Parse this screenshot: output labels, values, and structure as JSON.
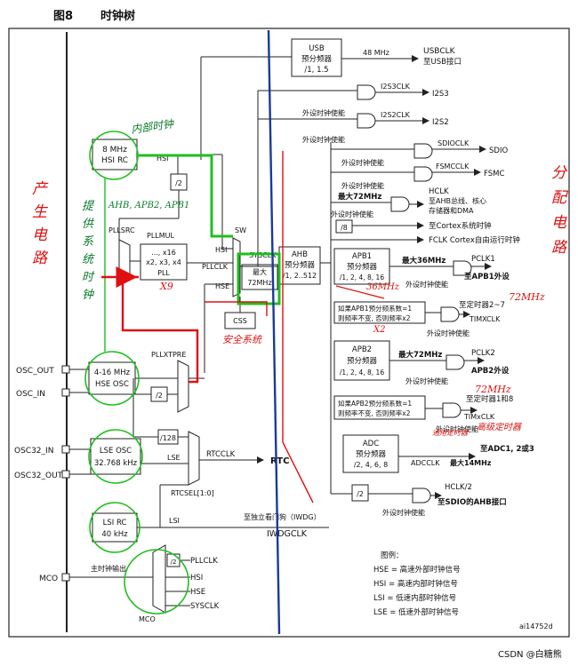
{
  "figure": {
    "number": "图8",
    "title": "时钟树",
    "code": "ai14752d",
    "watermark": "CSDN @白糖熊"
  },
  "blocks": {
    "usb": {
      "title": "USB",
      "l2": "预分频器",
      "l3": "/1, 1.5"
    },
    "hsi_rc": {
      "l1": "8 MHz",
      "l2": "HSI RC"
    },
    "pll": {
      "l1": "..., x16",
      "l2": "x2, x3, x4",
      "l3": "PLL"
    },
    "ahb": {
      "l1": "AHB",
      "l2": "预分频器",
      "l3": "/1, 2..512"
    },
    "apb1": {
      "l1": "APB1",
      "l2": "预分频器",
      "l3": "/1, 2, 4, 8, 16"
    },
    "apb2": {
      "l1": "APB2",
      "l2": "预分频器",
      "l3": "/1, 2, 4, 8, 16"
    },
    "adc": {
      "l1": "ADC",
      "l2": "预分频器",
      "l3": "/2, 4, 6, 8"
    },
    "hse_osc": {
      "l1": "4-16 MHz",
      "l2": "HSE OSC"
    },
    "lse_osc": {
      "l1": "LSE OSC",
      "l2": "32.768 kHz"
    },
    "lsi_rc": {
      "l1": "LSI RC",
      "l2": "40 kHz"
    },
    "css": "CSS",
    "max72": {
      "l1": "最大",
      "l2": "72MHz"
    },
    "div2_hsi": "/2",
    "div2_hse": "/2",
    "div128": "/128",
    "div8": "/8",
    "div2_sdio": "/2",
    "tim1_note": {
      "l1": "如果APB1预分频系数=1",
      "l2": "则频率不变, 否则频率x2"
    },
    "tim2_note": {
      "l1": "如果APB2预分频系数=1",
      "l2": "则频率不变, 否则频率x2"
    }
  },
  "labels": {
    "usbclk_freq": "48 MHz",
    "usbclk": "USBCLK",
    "usbclk_dest": "至USB接口",
    "i2s3clk": "I2S3CLK",
    "i2s3": "I2S3",
    "i2s2clk": "I2S2CLK",
    "i2s2": "I2S2",
    "periph_en": "外设时钟使能",
    "sdioclk": "SDIOCLK",
    "sdio": "SDIO",
    "fsmcclk": "FSMCCLK",
    "fsmc": "FSMC",
    "hclk_max": "最大72MHz",
    "hclk": "HCLK",
    "hclk_dest1": "至AHB总线、核心",
    "hclk_dest2": "存储器和DMA",
    "cortex_sys": "至Cortex系统时钟",
    "fclk": "FCLK Cortex自由运行时钟",
    "hsi": "HSI",
    "pllsrc": "PLLSRC",
    "pllmul": "PLLMUL",
    "sw": "SW",
    "sysclk": "SYSCLK",
    "hsi_mux": "HSI",
    "pllclk": "PLLCLK",
    "hse_mux": "HSE",
    "pclk1_max": "最大36MHz",
    "pclk1": "PCLK1",
    "pclk1_dest": "至APB1外设",
    "tim_dest": "至定时器2~7",
    "timxclk": "TIMXCLK",
    "pllxtpre": "PLLXTPRE",
    "pclk2_max": "最大72MHz",
    "pclk2": "PCLK2",
    "pclk2_dest": "APB2外设",
    "tim1_dest": "至定时器1和8",
    "tim1clk": "TIMxCLK",
    "adc_dest": "至ADC1, 2或3",
    "adcclk": "ADCCLK",
    "adc_max": "最大14MHz",
    "osc_out": "OSC_OUT",
    "osc_in": "OSC_IN",
    "osc32_in": "OSC32_IN",
    "osc32_out": "OSC32_OUT",
    "lse": "LSE",
    "rtcclk": "RTCCLK",
    "rtc": "RTC",
    "rtcsel": "RTCSEL[1:0]",
    "hclk2": "HCLK/2",
    "hclk2_dest": "至SDIO的AHB接口",
    "lsi": "LSI",
    "iwdg_dest": "至独立看门狗（IWDG）",
    "iwdgclk": "IWDGCLK",
    "mco": "MCO",
    "mco_out": "主时钟输出",
    "mco_pllclk": "PLLCLK",
    "mco_hsi": "HSI",
    "mco_hse": "HSE",
    "mco_sysclk": "SYSCLK",
    "mco_mux": "MCO",
    "mco_div2": "/2"
  },
  "legend": {
    "title": "图例：",
    "items": [
      "HSE = 高速外部时钟信号",
      "HSI = 高速内部时钟信号",
      "LSI = 低速内部时钟信号",
      "LSE = 低速外部时钟信号"
    ]
  },
  "annotations": {
    "internal_clock": "内部时钟",
    "source_circuit": [
      "产",
      "生",
      "电",
      "路"
    ],
    "divider_circuit": [
      "分",
      "配",
      "电",
      "路"
    ],
    "provide_system": [
      "提",
      "供",
      "系",
      "统",
      "时",
      "钟"
    ],
    "ahb_apb": "AHB, APB2, APB1",
    "x9": "X9",
    "security": "安全系统",
    "apb1_36": "36MHz",
    "x2": "X2",
    "tim_72a": "72MHz",
    "tim_72b": "72MHz",
    "tim_adv": "高级定时器",
    "tim_gen": "通用定时器"
  },
  "colors": {
    "green": "#1fbf1f",
    "red": "#e01010",
    "blue": "#1a3a9a",
    "dark": "#222222"
  }
}
